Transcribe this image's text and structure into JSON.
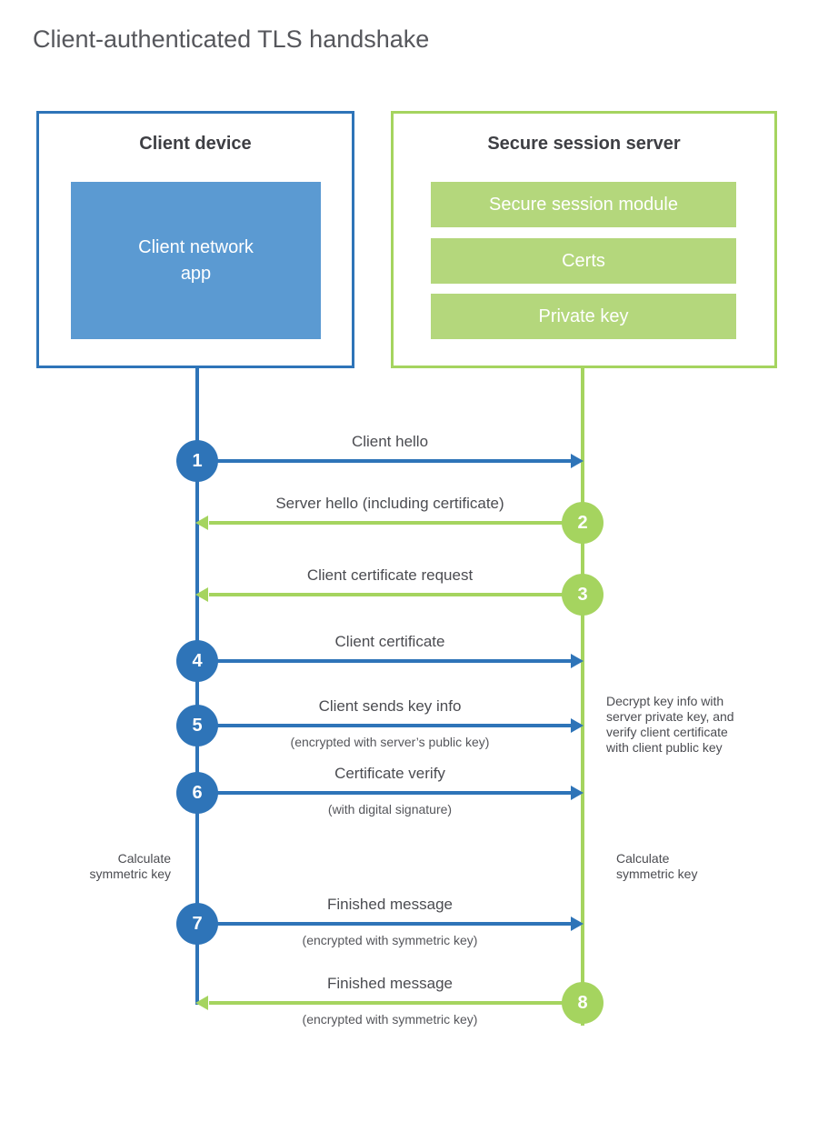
{
  "title": "Client-authenticated TLS handshake",
  "colors": {
    "blue": "#2e74b8",
    "blue_fill": "#5b9ad2",
    "green": "#a5d45f",
    "green_fill": "#b4d77c"
  },
  "client_box": {
    "title": "Client device",
    "app_label": "Client network\napp"
  },
  "server_box": {
    "title": "Secure session server",
    "modules": [
      "Secure session module",
      "Certs",
      "Private key"
    ]
  },
  "steps": [
    {
      "num": "1",
      "label": "Client hello",
      "sublabel": "",
      "direction": "right",
      "color": "blue"
    },
    {
      "num": "2",
      "label": "Server hello (including certificate)",
      "sublabel": "",
      "direction": "left",
      "color": "green"
    },
    {
      "num": "3",
      "label": "Client certificate request",
      "sublabel": "",
      "direction": "left",
      "color": "green"
    },
    {
      "num": "4",
      "label": "Client certificate",
      "sublabel": "",
      "direction": "right",
      "color": "blue"
    },
    {
      "num": "5",
      "label": "Client sends key info",
      "sublabel": "(encrypted with server’s public key)",
      "direction": "right",
      "color": "blue"
    },
    {
      "num": "6",
      "label": "Certificate verify",
      "sublabel": "(with digital signature)",
      "direction": "right",
      "color": "blue"
    },
    {
      "num": "7",
      "label": "Finished message",
      "sublabel": "(encrypted with symmetric key)",
      "direction": "right",
      "color": "blue"
    },
    {
      "num": "8",
      "label": "Finished message",
      "sublabel": "(encrypted with symmetric key)",
      "direction": "left",
      "color": "green"
    }
  ],
  "notes": {
    "decrypt": "Decrypt key info with\nserver private key, and\nverify client certificate\nwith client public key",
    "calc_left": "Calculate\nsymmetric key",
    "calc_right": "Calculate\nsymmetric key"
  }
}
